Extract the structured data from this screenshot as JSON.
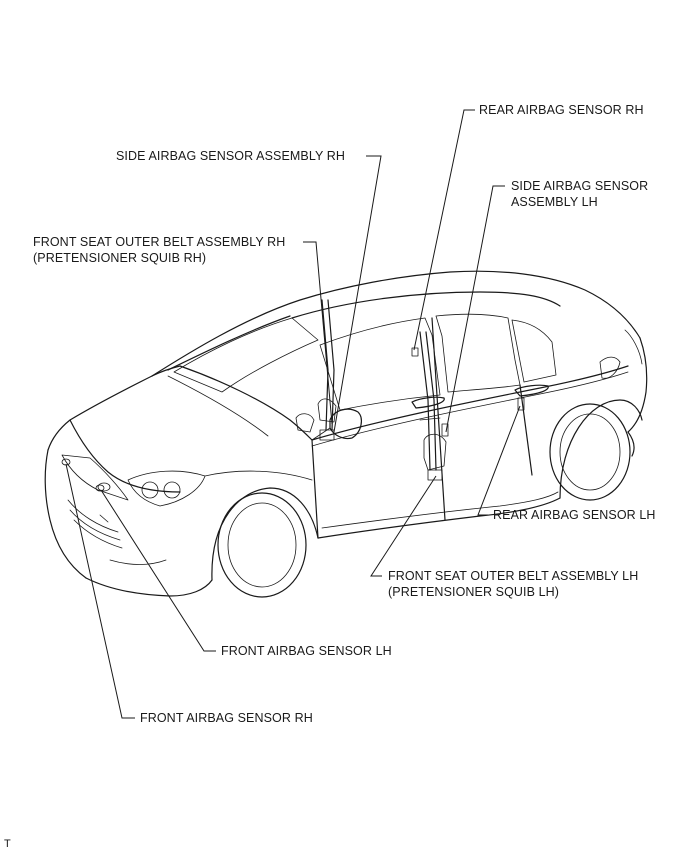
{
  "labels": {
    "rear_airbag_sensor_rh": "REAR AIRBAG SENSOR RH",
    "side_airbag_sensor_assembly_rh": "SIDE AIRBAG SENSOR ASSEMBLY RH",
    "side_airbag_sensor_assembly_lh_line1": "SIDE AIRBAG SENSOR",
    "side_airbag_sensor_assembly_lh_line2": "ASSEMBLY LH",
    "front_seat_outer_belt_rh_line1": "FRONT SEAT OUTER BELT ASSEMBLY RH",
    "front_seat_outer_belt_rh_line2": "(PRETENSIONER SQUIB RH)",
    "rear_airbag_sensor_lh": "REAR AIRBAG SENSOR LH",
    "front_seat_outer_belt_lh_line1": "FRONT SEAT OUTER BELT ASSEMBLY LH",
    "front_seat_outer_belt_lh_line2": "(PRETENSIONER SQUIB LH)",
    "front_airbag_sensor_lh": "FRONT AIRBAG SENSOR LH",
    "front_airbag_sensor_rh": "FRONT AIRBAG SENSOR RH"
  },
  "corner_mark": "T"
}
